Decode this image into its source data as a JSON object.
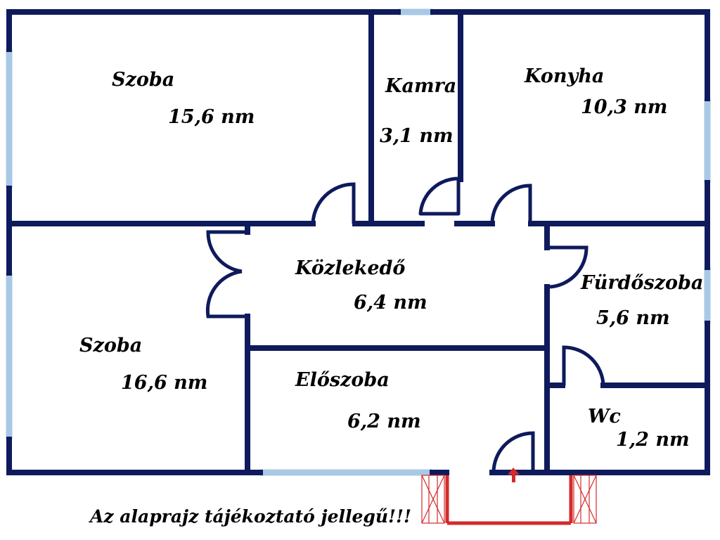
{
  "rooms": {
    "szoba1": {
      "name": "Szoba",
      "area": "15,6 nm"
    },
    "kamra": {
      "name": "Kamra",
      "area": "3,1 nm"
    },
    "konyha": {
      "name": "Konyha",
      "area": "10,3 nm"
    },
    "kozlekedo": {
      "name": "Közlekedő",
      "area": "6,4 nm"
    },
    "furdoszoba": {
      "name": "Fürdőszoba",
      "area": "5,6 nm"
    },
    "szoba2": {
      "name": "Szoba",
      "area": "16,6 nm"
    },
    "eloszoba": {
      "name": "Előszoba",
      "area": "6,2 nm"
    },
    "wc": {
      "name": "Wc",
      "area": "1,2 nm"
    }
  },
  "disclaimer": "Az alaprajz tájékoztató jellegű!!!",
  "colors": {
    "wall": "#0e1a5c",
    "window": "#a9c8e6",
    "entrance": "#d42a2a"
  }
}
